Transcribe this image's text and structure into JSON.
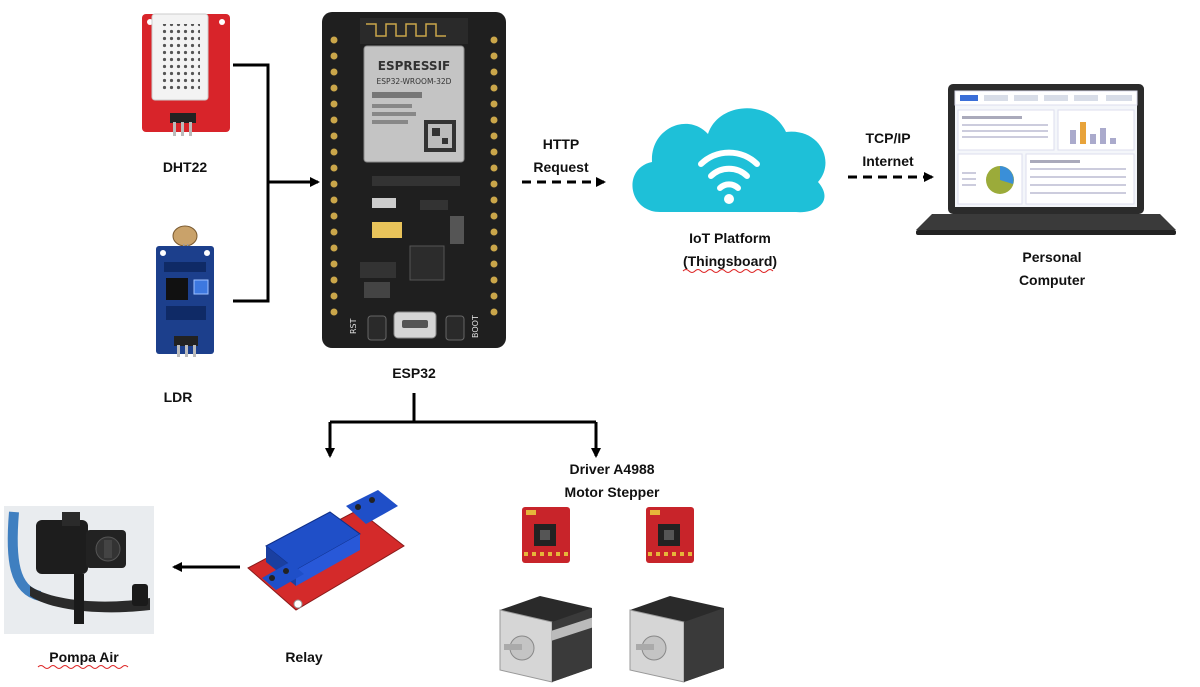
{
  "labels": {
    "dht22": "DHT22",
    "ldr": "LDR",
    "esp32": "ESP32",
    "http_1": "HTTP",
    "http_2": "Request",
    "iot_1": "IoT Platform",
    "iot_2": "(Thingsboard)",
    "tcp_1": "TCP/IP",
    "tcp_2": "Internet",
    "pc_1": "Personal",
    "pc_2": "Computer",
    "driver_1": "Driver A4988",
    "driver_2": "Motor Stepper",
    "relay": "Relay",
    "pump": "Pompa Air"
  },
  "chip": {
    "brand": "ESPRESSIF",
    "model": "ESP32-WROOM-32D",
    "rst": "RST",
    "boot": "BOOT"
  },
  "colors": {
    "sensor_red": "#d8242a",
    "ldr_blue": "#1c3f8c",
    "board_black": "#1f1f1f",
    "cloud": "#1ec0d8",
    "relay_blue": "#1f4fc8",
    "driver_red": "#c8242a",
    "arrow": "#000000"
  }
}
